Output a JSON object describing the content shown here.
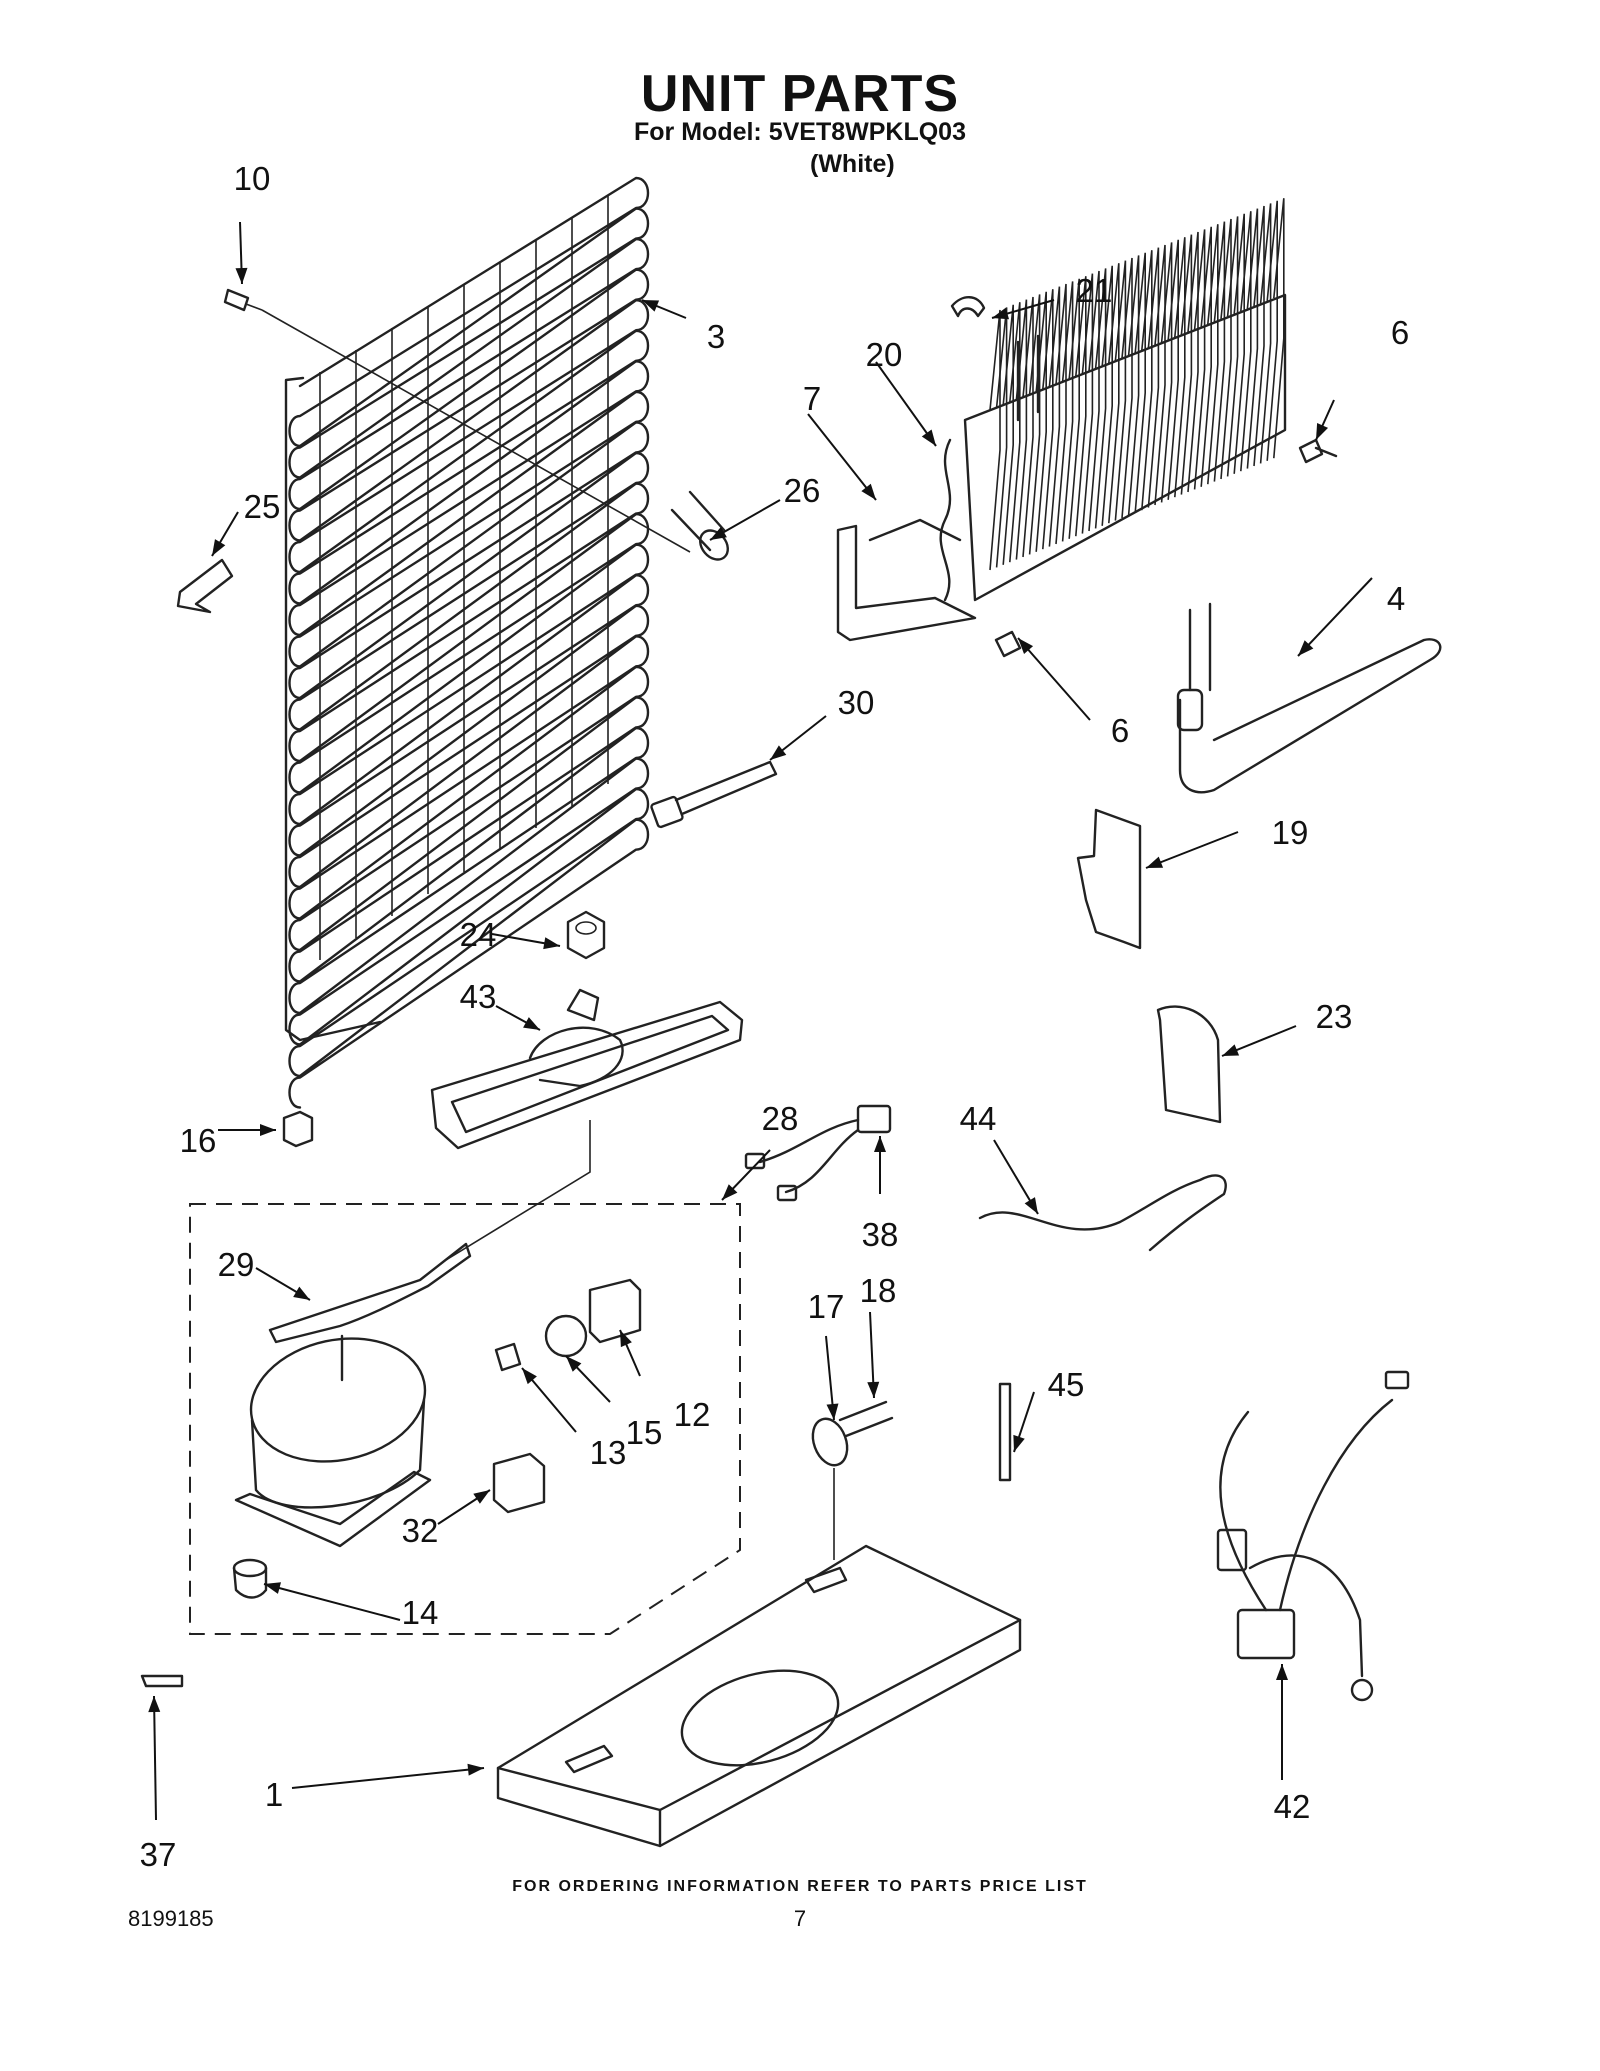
{
  "header": {
    "title": "UNIT PARTS",
    "model_line": "For Model: 5VET8WPKLQ03",
    "color": "(White)"
  },
  "callouts": [
    "10",
    "3",
    "21",
    "6",
    "20",
    "7",
    "25",
    "26",
    "4",
    "6",
    "30",
    "19",
    "24",
    "43",
    "23",
    "16",
    "28",
    "44",
    "38",
    "29",
    "17",
    "18",
    "45",
    "12",
    "15",
    "13",
    "32",
    "14",
    "37",
    "1",
    "42"
  ],
  "footer": {
    "ordering_note": "FOR ORDERING INFORMATION REFER TO PARTS PRICE LIST",
    "doc_number": "8199185",
    "page_number": "7"
  }
}
